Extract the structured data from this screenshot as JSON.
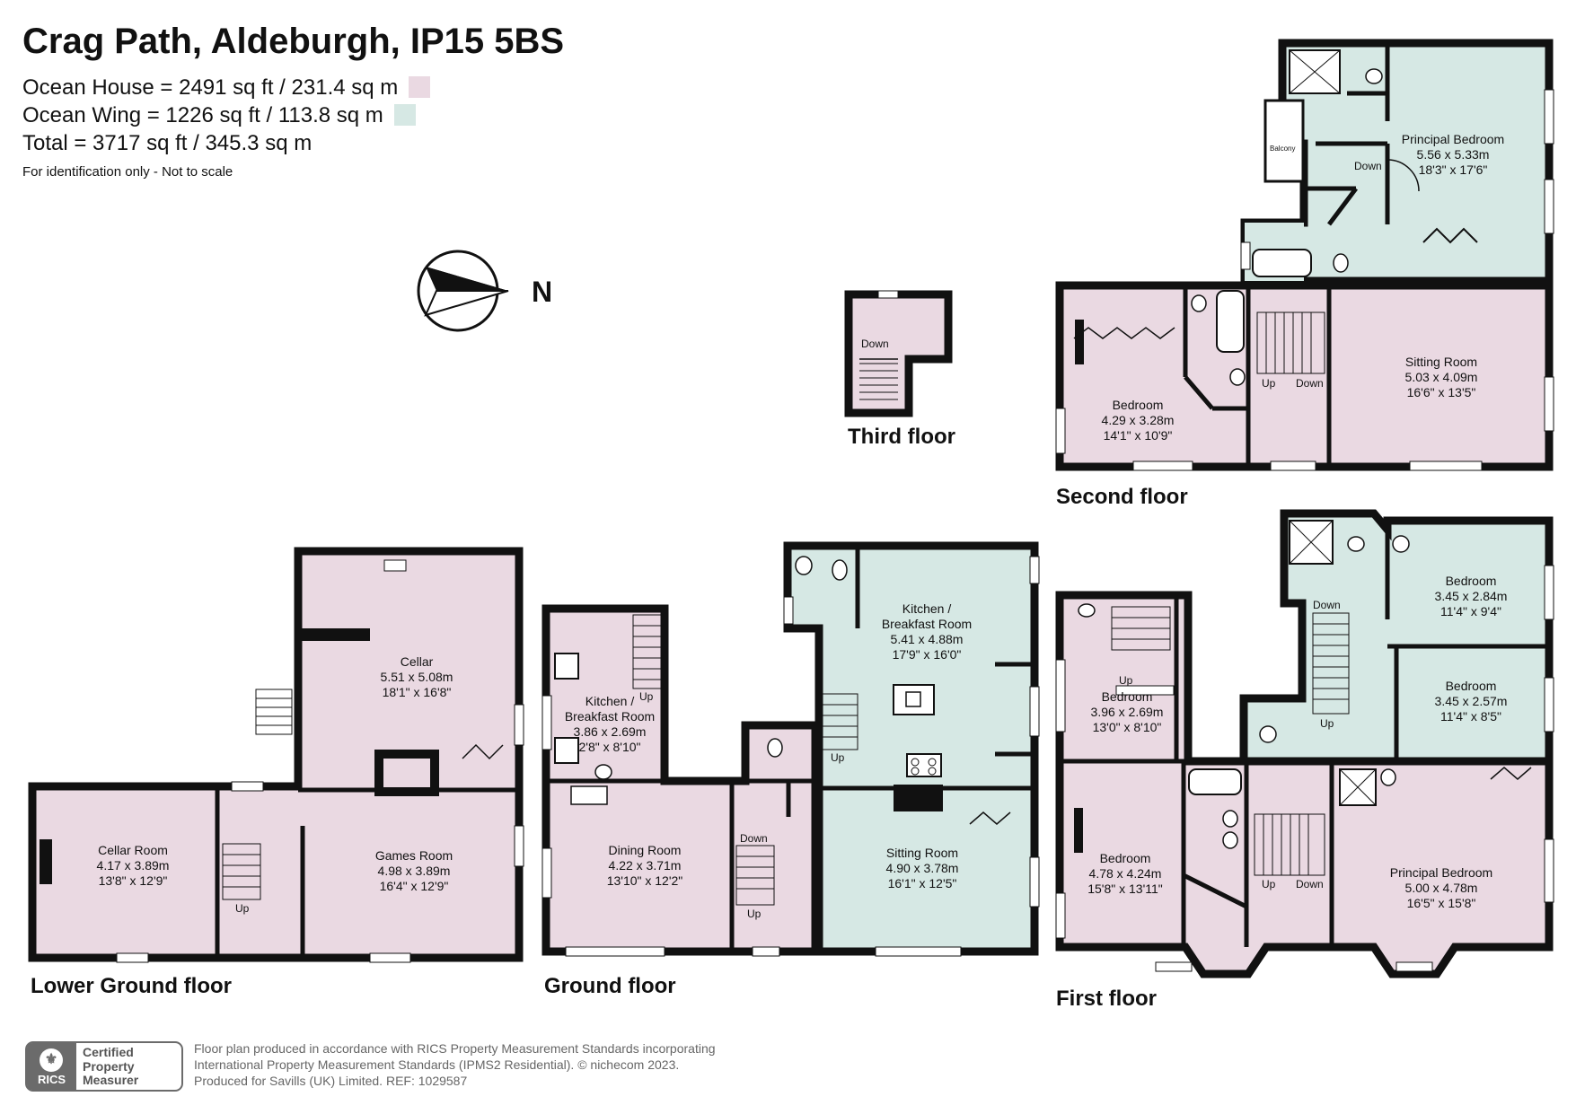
{
  "header": {
    "title": "Crag Path, Aldeburgh, IP15 5BS",
    "area_lines": [
      {
        "text": "Ocean House = 2491 sq ft / 231.4 sq m",
        "color": "#ead9e2"
      },
      {
        "text": "Ocean Wing = 1226 sq ft / 113.8 sq m",
        "color": "#d6e8e4"
      },
      {
        "text": "Total = 3717 sq ft / 345.3 sq m"
      }
    ],
    "note": "For identification only - Not to scale"
  },
  "compass": {
    "label": "N"
  },
  "colors": {
    "house": "#ead9e2",
    "wing": "#d6e8e4",
    "wall": "#111111"
  },
  "floors": {
    "third": "Third floor",
    "second": "Second floor",
    "first": "First floor",
    "ground": "Ground floor",
    "lower_ground": "Lower Ground floor"
  },
  "rooms": {
    "principal_bed_2f": {
      "name": "Principal Bedroom",
      "metric": "5.56 x 5.33m",
      "imperial": "18'3\" x 17'6\""
    },
    "sitting_2f": {
      "name": "Sitting Room",
      "metric": "5.03 x 4.09m",
      "imperial": "16'6\" x 13'5\""
    },
    "bedroom_2f": {
      "name": "Bedroom",
      "metric": "4.29 x 3.28m",
      "imperial": "14'1\" x 10'9\""
    },
    "bedroom_1f_a": {
      "name": "Bedroom",
      "metric": "3.45 x 2.84m",
      "imperial": "11'4\" x 9'4\""
    },
    "bedroom_1f_b": {
      "name": "Bedroom",
      "metric": "3.45 x 2.57m",
      "imperial": "11'4\" x 8'5\""
    },
    "bedroom_1f_c": {
      "name": "Bedroom",
      "metric": "3.96 x 2.69m",
      "imperial": "13'0\" x 8'10\""
    },
    "bedroom_1f_d": {
      "name": "Bedroom",
      "metric": "4.78 x 4.24m",
      "imperial": "15'8\" x 13'11\""
    },
    "principal_bed_1f": {
      "name": "Principal Bedroom",
      "metric": "5.00 x 4.78m",
      "imperial": "16'5\" x 15'8\""
    },
    "kitchen_gf_wing": {
      "name": "Kitchen /",
      "name2": "Breakfast Room",
      "metric": "5.41 x 4.88m",
      "imperial": "17'9\" x 16'0\""
    },
    "kitchen_gf_house": {
      "name": "Kitchen /",
      "name2": "Breakfast Room",
      "metric": "3.86 x 2.69m",
      "imperial": "2'8\" x 8'10\""
    },
    "dining_gf": {
      "name": "Dining Room",
      "metric": "4.22 x 3.71m",
      "imperial": "13'10\" x 12'2\""
    },
    "sitting_gf": {
      "name": "Sitting Room",
      "metric": "4.90 x 3.78m",
      "imperial": "16'1\" x 12'5\""
    },
    "cellar": {
      "name": "Cellar",
      "metric": "5.51 x 5.08m",
      "imperial": "18'1\" x 16'8\""
    },
    "cellar_room": {
      "name": "Cellar Room",
      "metric": "4.17 x 3.89m",
      "imperial": "13'8\" x 12'9\""
    },
    "games_room": {
      "name": "Games Room",
      "metric": "4.98 x 3.89m",
      "imperial": "16'4\" x 12'9\""
    }
  },
  "labels": {
    "balcony": "Balcony",
    "up": "Up",
    "down": "Down"
  },
  "footer": {
    "rics_word": "RICS",
    "cert_lines": [
      "Certified",
      "Property",
      "Measurer"
    ],
    "lines": [
      "Floor plan produced in accordance with RICS Property Measurement Standards incorporating",
      "International Property Measurement Standards (IPMS2 Residential).   © nichecom 2023.",
      "Produced for Savills (UK) Limited.   REF:  1029587"
    ]
  }
}
